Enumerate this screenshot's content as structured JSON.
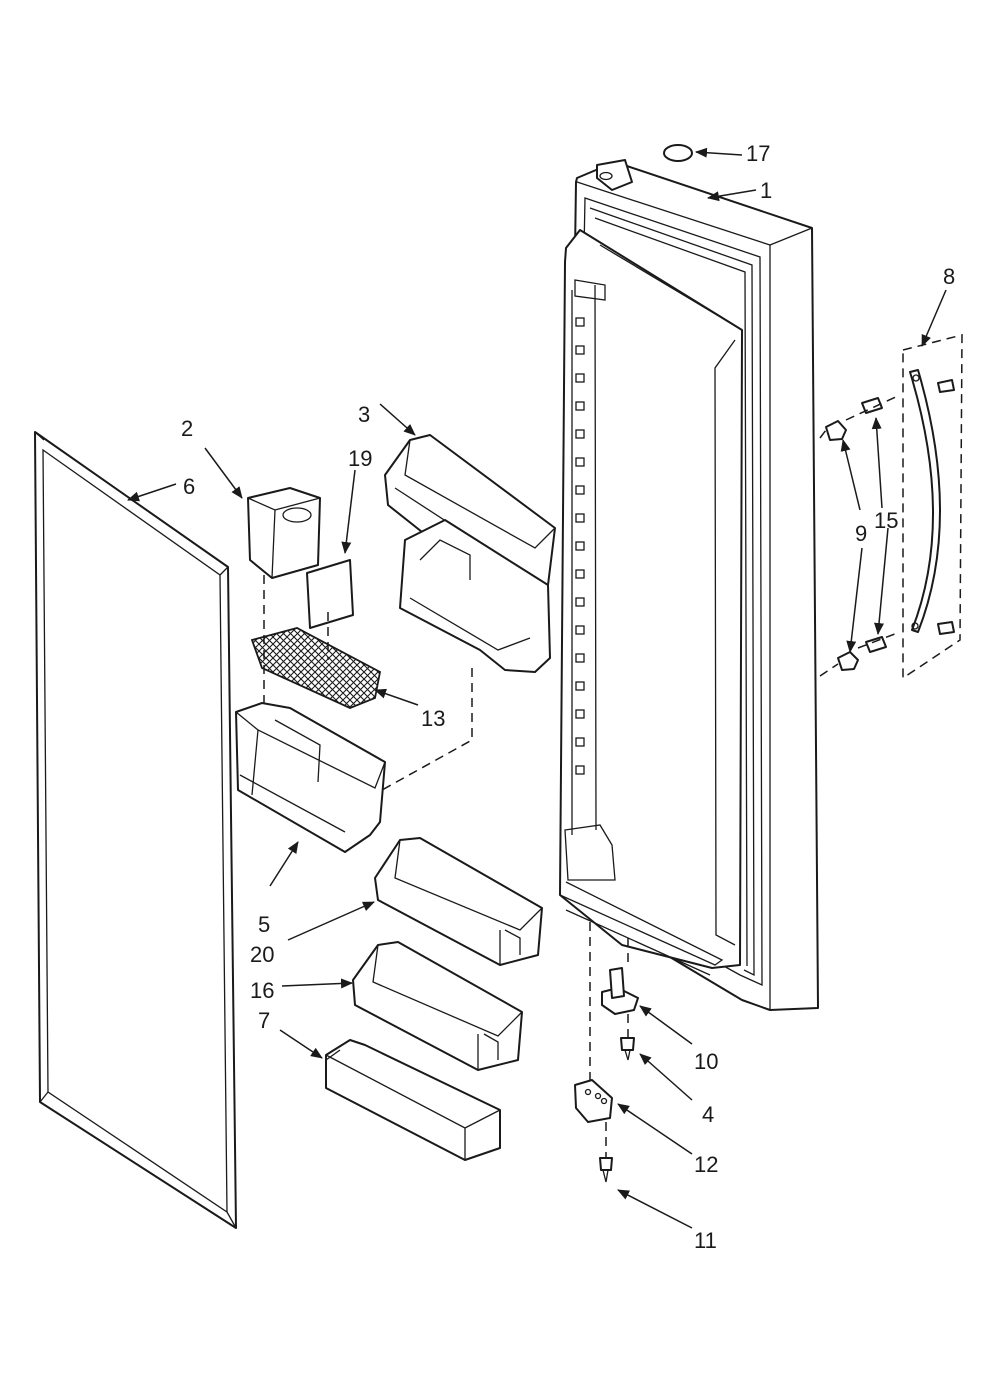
{
  "callouts": {
    "c1": "1",
    "c2": "2",
    "c3": "3",
    "c4": "4",
    "c5": "5",
    "c6": "6",
    "c7": "7",
    "c8": "8",
    "c9": "9",
    "c10": "10",
    "c11": "11",
    "c12": "12",
    "c13": "13",
    "c15": "15",
    "c16": "16",
    "c17": "17",
    "c19": "19",
    "c20": "20"
  }
}
